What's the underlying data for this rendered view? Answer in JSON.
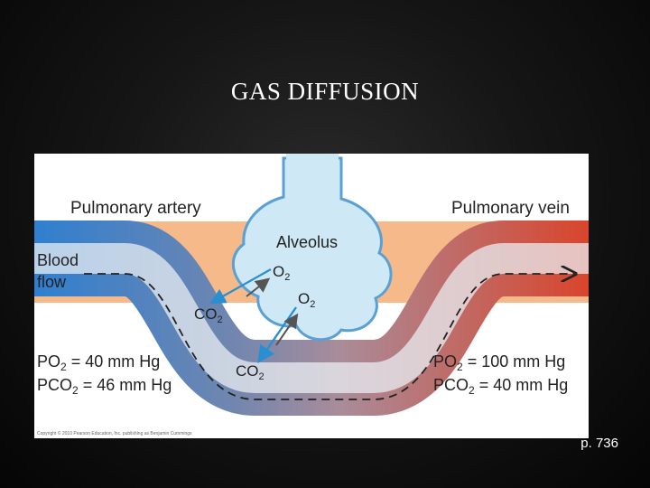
{
  "slide": {
    "title": "GAS DIFFUSION",
    "page_reference": "p. 736"
  },
  "diagram": {
    "labels": {
      "artery": "Pulmonary artery",
      "vein": "Pulmonary vein",
      "alveolus": "Alveolus",
      "blood_flow_line1": "Blood",
      "blood_flow_line2": "flow"
    },
    "gases": {
      "o2_base": "O",
      "co2_base": "CO",
      "subscript": "2"
    },
    "left_values": {
      "po2_prefix": "PO",
      "po2_value": " = 40 mm Hg",
      "pco2_prefix": "PCO",
      "pco2_value": " = 46 mm Hg"
    },
    "right_values": {
      "po2_prefix": "PO",
      "po2_value": " = 100 mm Hg",
      "pco2_prefix": "PCO",
      "pco2_value": " = 40 mm Hg"
    },
    "copyright": "Copyright © 2010 Pearson Education, Inc. publishing as Benjamin Cummings",
    "colors": {
      "tissue": "#f5b98a",
      "alveolus_fill": "#cfe8f6",
      "alveolus_stroke": "#5aa0d4",
      "deoxygenated": "#2f7fd0",
      "oxygenated": "#d9452c",
      "o2_arrow": "#555555",
      "co2_arrow": "#2a8fd0"
    }
  }
}
